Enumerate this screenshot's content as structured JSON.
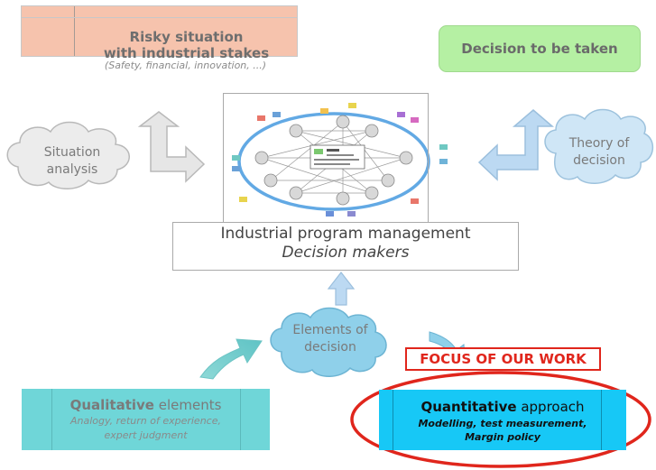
{
  "risky_box": {
    "title_line1": "Risky situation",
    "title_line2": "with industrial stakes",
    "subtitle": "(Safety, financial, innovation, ...)"
  },
  "decision_box": {
    "label": "Decision to be taken"
  },
  "situation_cloud": {
    "line1": "Situation",
    "line2": "analysis"
  },
  "theory_cloud": {
    "line1": "Theory of",
    "line2": "decision"
  },
  "center_box": {
    "line1": "Industrial program management",
    "line2": "Decision makers"
  },
  "elements_cloud": {
    "line1": "Elements of",
    "line2": "decision"
  },
  "focus_label": "FOCUS OF OUR WORK",
  "qualitative_box": {
    "title_bold": "Qualitative",
    "title_rest": " elements",
    "line1": "Analogy, return of experience,",
    "line2": "expert judgment"
  },
  "quantitative_box": {
    "title_bold": "Quantitative",
    "title_rest": " approach",
    "line1": "Modelling, test measurement,",
    "line2": "Margin policy"
  },
  "colors": {
    "risky_fill": "#f6c3ad",
    "decision_fill": "#b5f0a3",
    "qualitative_fill": "#6fd6d8",
    "quantitative_fill": "#17c8f6",
    "elements_cloud_fill": "#8fd0ea",
    "theory_cloud_fill": "#cfe6f6",
    "situation_cloud_fill": "#ececec",
    "focus_red": "#e0261c",
    "arrow_gray": "#e6e6e6",
    "arrow_blue": "#bcd9f2"
  }
}
